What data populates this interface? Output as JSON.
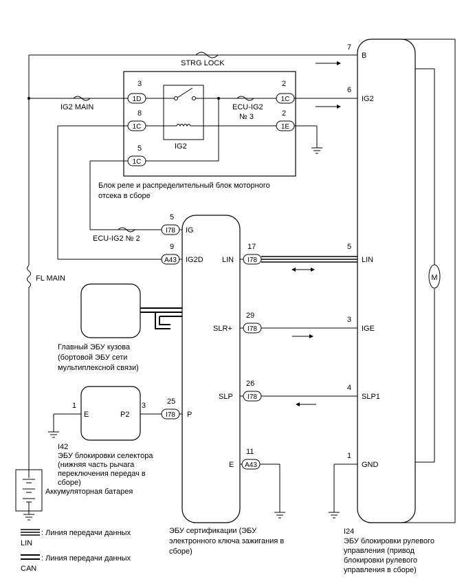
{
  "labels": {
    "strg_lock": "STRG LOCK",
    "ig2_main": "IG2 MAIN",
    "ecu_ig2_3_a": "ECU-IG2",
    "ecu_ig2_3_b": "№ 3",
    "ecu_ig2_2": "ECU-IG2 № 2",
    "fl_main": "FL MAIN",
    "relay_ig2": "IG2",
    "relay_block_1": "Блок реле и распределительный блок моторного",
    "relay_block_2": "отсека в сборе"
  },
  "pins": {
    "p7": "7",
    "p6": "6",
    "p3": "3",
    "p8": "8",
    "p5": "5",
    "p2a": "2",
    "p2b": "2",
    "p5b": "5",
    "p9": "9",
    "p17": "17",
    "p5c": "5",
    "p29": "29",
    "p3b": "3",
    "p26": "26",
    "p4": "4",
    "p1": "1",
    "p25": "25",
    "p3c": "3",
    "p11": "11",
    "p1b": "1"
  },
  "connectors": {
    "c1d": "1D",
    "c1c_a": "1C",
    "c1c_b": "1C",
    "c1e": "1E",
    "c1c_c": "1C",
    "i78_ig": "I78",
    "a43_ig2d": "A43",
    "i78_lin": "I78",
    "i78_slr": "I78",
    "i78_slp": "I78",
    "i78_p": "I78",
    "a43_e": "A43"
  },
  "terminals": {
    "b": "B",
    "ig2": "IG2",
    "lin": "LIN",
    "ige": "IGE",
    "slp1": "SLP1",
    "gnd": "GND",
    "ig": "IG",
    "ig2d": "IG2D",
    "cert_lin": "LIN",
    "slr_plus": "SLR+",
    "slp": "SLP",
    "p": "P",
    "e": "E",
    "sel_e": "E",
    "sel_p2": "P2"
  },
  "motor": "M",
  "body_ecu": {
    "line1": "Главный ЭБУ кузова",
    "line2": "(бортовой ЭБУ сети",
    "line3": "мультиплексной связи)"
  },
  "selector_ecu": {
    "code": "I42",
    "line1": "ЭБУ блокировки селектора",
    "line2": "(нижняя часть рычага",
    "line3": "переключения передач в",
    "line4": "сборе)"
  },
  "battery": "Аккумуляторная батарея",
  "cert_ecu": {
    "line1": "ЭБУ сертификации (ЭБУ",
    "line2": "электронного ключа зажигания в",
    "line3": "сборе)"
  },
  "steering_ecu": {
    "code": "I24",
    "line1": "ЭБУ блокировки рулевого",
    "line2": "управления (привод",
    "line3": "блокировки рулевого",
    "line4": "управления в сборе)"
  },
  "legend": {
    "lin_1": ": Линия передачи данных",
    "lin_2": "LIN",
    "can_1": ": Линия передачи данных",
    "can_2": "CAN"
  }
}
